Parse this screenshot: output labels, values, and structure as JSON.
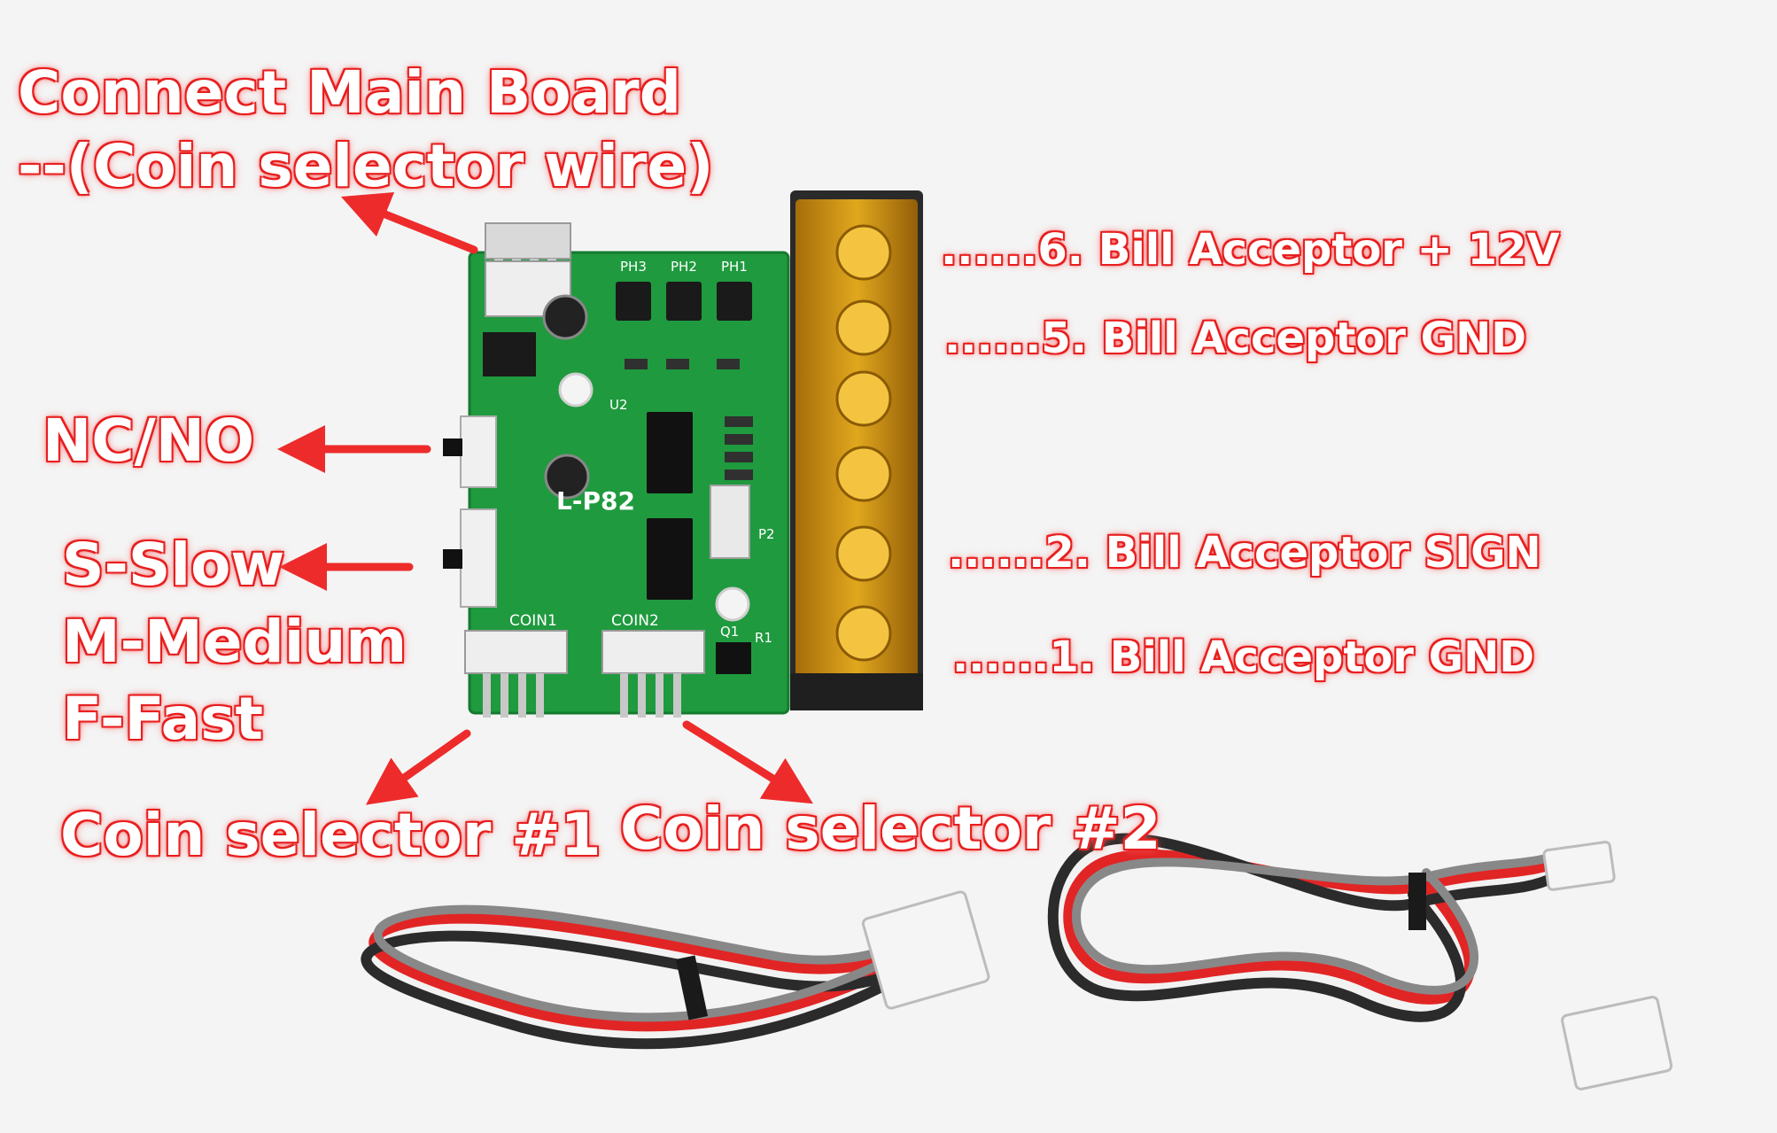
{
  "title_line1": "Connect Main Board",
  "title_line2": "--(Coin selector wire)",
  "left_labels": {
    "ncno": "NC/NO",
    "speed_slow": "S-Slow",
    "speed_medium": "M-Medium",
    "speed_fast": "F-Fast"
  },
  "bottom_labels": {
    "coin1": "Coin selector #1",
    "coin2": "Coin selector #2"
  },
  "terminal_labels": [
    "......6. Bill Acceptor + 12V",
    "......5. Bill Acceptor GND",
    "......2. Bill Acceptor SIGN",
    "......1. Bill Acceptor GND"
  ],
  "pcb_silkscreen": {
    "ph3": "PH3",
    "ph2": "PH2",
    "ph1": "PH1",
    "model": "L-P82",
    "coin2": "COIN2",
    "coin1": "COIN1",
    "q1": "Q1",
    "r1": "R1",
    "u2": "U2",
    "p2": "P2"
  },
  "colors": {
    "label_text": "#ffffff",
    "label_glow": "#e82020",
    "arrow": "#ee2b2b",
    "pcb": "#1f9a3e",
    "terminal_cover": "#d99a10"
  }
}
